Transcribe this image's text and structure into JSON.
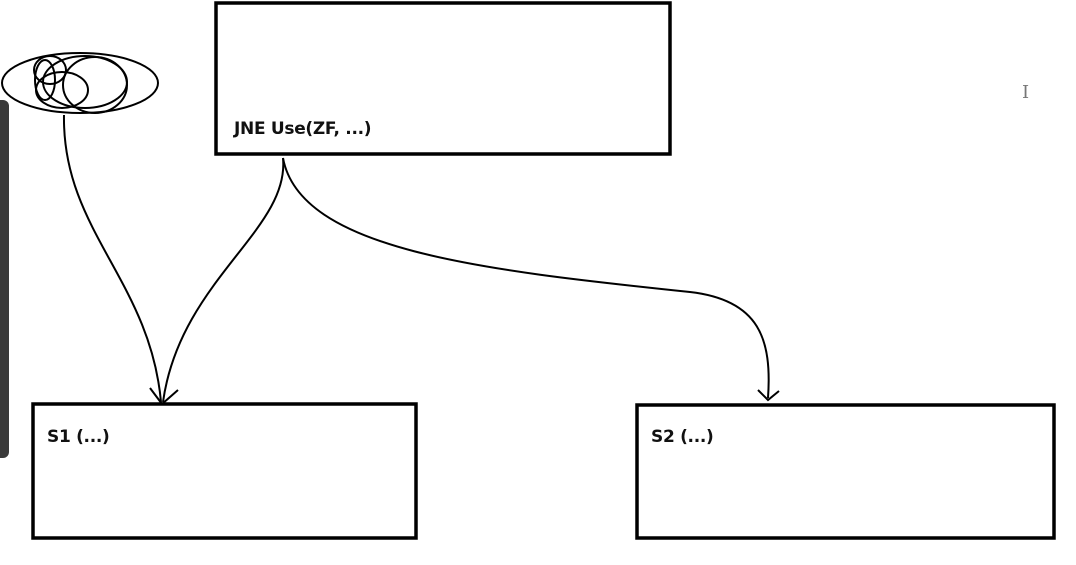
{
  "diagram": {
    "boxes": [
      {
        "id": "top",
        "label": "JNE Use(ZF, ...)"
      },
      {
        "id": "s1",
        "label": "S1 (...)"
      },
      {
        "id": "s2",
        "label": "S2 (...)"
      }
    ],
    "edges": [
      {
        "from": "scribble",
        "to": "s1"
      },
      {
        "from": "top",
        "to": "s1"
      },
      {
        "from": "top",
        "to": "s2"
      }
    ],
    "stroke_color": "#000000"
  }
}
